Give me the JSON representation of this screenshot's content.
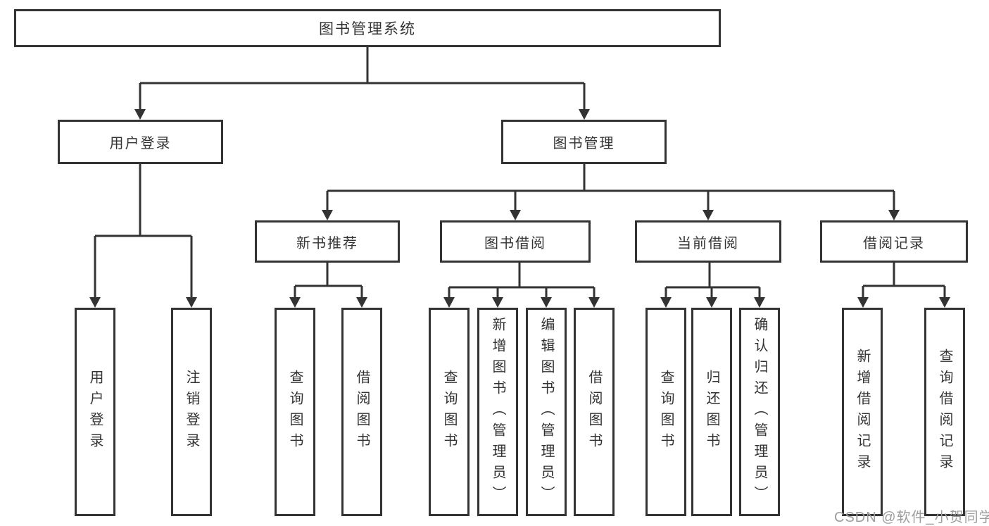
{
  "colors": {
    "line": "#333333",
    "box_border": "#333333",
    "text": "#333333",
    "background": "#ffffff",
    "watermark": "#9e9e9e"
  },
  "tree": {
    "root": {
      "label": "图书管理系统"
    },
    "branches": [
      {
        "label": "用户登录",
        "children": [
          {
            "label": "用户登录"
          },
          {
            "label": "注销登录"
          }
        ]
      },
      {
        "label": "图书管理",
        "children": [
          {
            "label": "新书推荐",
            "children": [
              {
                "label": "查询图书"
              },
              {
                "label": "借阅图书"
              }
            ]
          },
          {
            "label": "图书借阅",
            "children": [
              {
                "label": "查询图书"
              },
              {
                "label": "新增图书（管理员）"
              },
              {
                "label": "编辑图书（管理员）"
              },
              {
                "label": "借阅图书"
              }
            ]
          },
          {
            "label": "当前借阅",
            "children": [
              {
                "label": "查询图书"
              },
              {
                "label": "归还图书"
              },
              {
                "label": "确认归还（管理员）"
              }
            ]
          },
          {
            "label": "借阅记录",
            "children": [
              {
                "label": "新增借阅记录"
              },
              {
                "label": "查询借阅记录"
              }
            ]
          }
        ]
      }
    ]
  },
  "watermark": {
    "text": "CSDN @软件_小贺同学"
  }
}
